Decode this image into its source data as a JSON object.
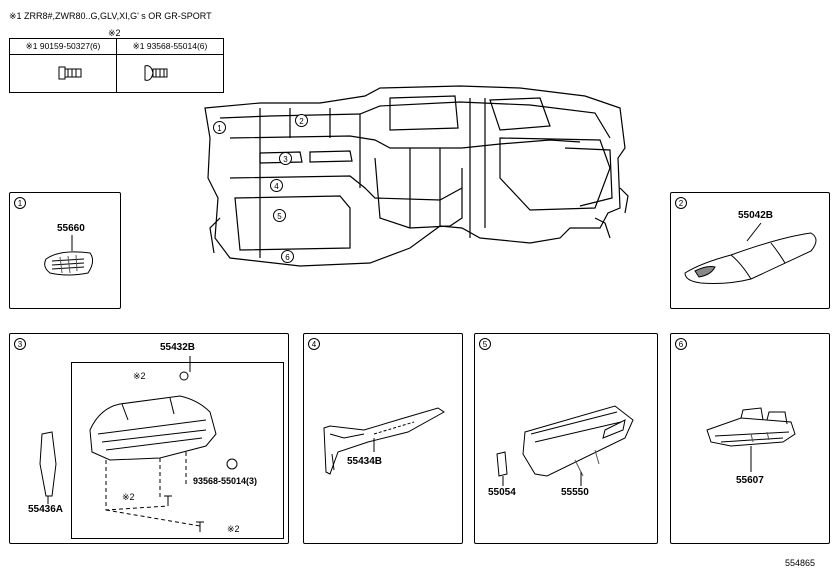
{
  "header_note": "※1 ZRR8#,ZWR80..G,GLV,XI,G' s OR GR-SPORT",
  "legend": {
    "mark": "※2",
    "col1": "※1 90159-50327(6)",
    "col2": "※1 93568-55014(6)"
  },
  "main_callouts": [
    "1",
    "2",
    "3",
    "4",
    "5",
    "6"
  ],
  "panels": {
    "p1": {
      "badge": "1",
      "part": "55660"
    },
    "p2": {
      "badge": "2",
      "part": "55042B"
    },
    "p3": {
      "badge": "3",
      "part_top": "55432B",
      "mark_a": "※2",
      "fastener": "93568-55014(3)",
      "mark_b": "※2",
      "mark_c": "※2",
      "part_side": "55436A"
    },
    "p4": {
      "badge": "4",
      "part": "55434B"
    },
    "p5": {
      "badge": "5",
      "part_a": "55054",
      "part_b": "55550"
    },
    "p6": {
      "badge": "6",
      "part": "55607"
    }
  },
  "figure_id": "554865"
}
